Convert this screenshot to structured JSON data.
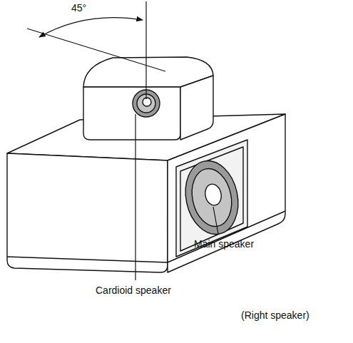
{
  "diagram": {
    "labels": [
      "45°",
      "Main speaker",
      "Cardioid speaker",
      "(Right speaker)"
    ]
  }
}
